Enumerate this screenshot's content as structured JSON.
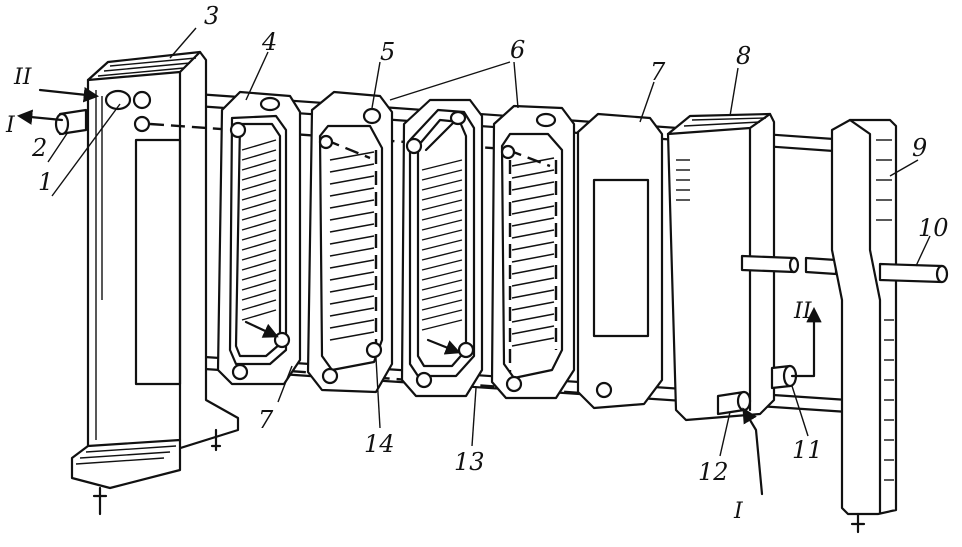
{
  "labels": {
    "n1": "1",
    "n2": "2",
    "n3": "3",
    "n4": "4",
    "n5": "5",
    "n6": "6",
    "n7a": "7",
    "n7b": "7",
    "n8": "8",
    "n9": "9",
    "n10": "10",
    "n11": "11",
    "n12": "12",
    "n13": "13",
    "n14": "14",
    "in_II": "II",
    "out_I": "I",
    "out_II": "II",
    "in_I": "I"
  }
}
